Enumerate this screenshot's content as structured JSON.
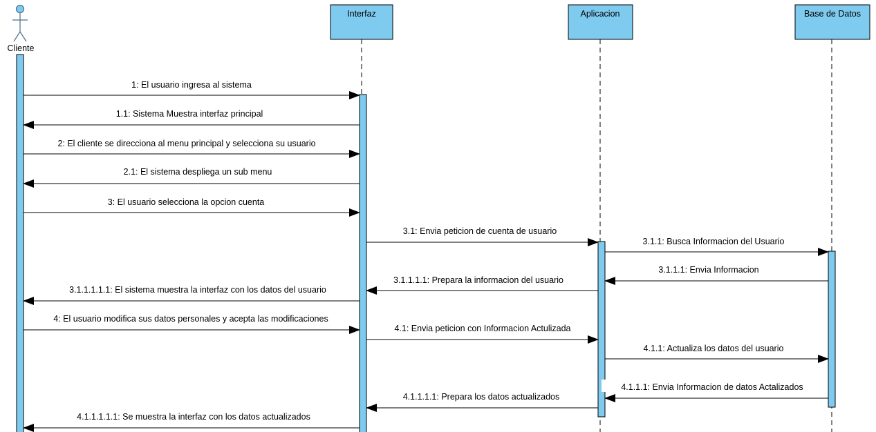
{
  "actor": {
    "name": "Cliente"
  },
  "lifelines": [
    {
      "id": "interfaz",
      "name": "Interfaz"
    },
    {
      "id": "aplicacion",
      "name": "Aplicacion"
    },
    {
      "id": "bd",
      "name": "Base de Datos"
    }
  ],
  "messages": [
    {
      "label": "1: El usuario ingresa al sistema",
      "from": "cliente",
      "to": "interfaz"
    },
    {
      "label": "1.1: Sistema Muestra interfaz principal",
      "from": "interfaz",
      "to": "cliente"
    },
    {
      "label": "2: El cliente se direcciona al menu principal y selecciona su usuario",
      "from": "cliente",
      "to": "interfaz"
    },
    {
      "label": "2.1: El sistema despliega un sub menu",
      "from": "interfaz",
      "to": "cliente"
    },
    {
      "label": "3: El usuario selecciona la opcion cuenta",
      "from": "cliente",
      "to": "interfaz"
    },
    {
      "label": "3.1: Envia peticion de  cuenta de usuario",
      "from": "interfaz",
      "to": "aplicacion"
    },
    {
      "label": "3.1.1: Busca Informacion del Usuario",
      "from": "aplicacion",
      "to": "bd"
    },
    {
      "label": "3.1.1.1: Envia Informacion",
      "from": "bd",
      "to": "aplicacion"
    },
    {
      "label": "3.1.1.1.1: Prepara la informacion del usuario",
      "from": "aplicacion",
      "to": "interfaz"
    },
    {
      "label": "3.1.1.1.1.1: El sistema muestra la interfaz con los datos del usuario",
      "from": "interfaz",
      "to": "cliente"
    },
    {
      "label": "4: El usuario modifica sus datos personales y acepta las modificaciones",
      "from": "cliente",
      "to": "interfaz"
    },
    {
      "label": "4.1: Envia peticion con Informacion Actulizada",
      "from": "interfaz",
      "to": "aplicacion"
    },
    {
      "label": "4.1.1: Actualiza los datos del usuario",
      "from": "aplicacion",
      "to": "bd"
    },
    {
      "label": "4.1.1.1: Envia Informacion de datos Actalizados",
      "from": "bd",
      "to": "aplicacion"
    },
    {
      "label": "4.1.1.1.1: Prepara los datos actualizados",
      "from": "aplicacion",
      "to": "interfaz"
    },
    {
      "label": "4.1.1.1.1.1: Se muestra la interfaz con los datos actualizados",
      "from": "interfaz",
      "to": "cliente"
    }
  ],
  "colors": {
    "fill": "#7ecbef",
    "stroke": "#000000",
    "actor_stroke": "#4a6e8c"
  }
}
